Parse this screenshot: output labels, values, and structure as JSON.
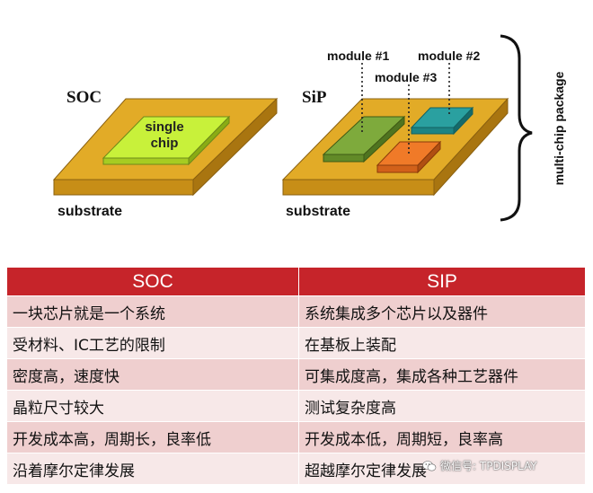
{
  "diagram": {
    "soc_label": "SOC",
    "soc_chip_line1": "single",
    "soc_chip_line2": "chip",
    "soc_substrate": "substrate",
    "sip_label": "SiP",
    "sip_substrate": "substrate",
    "module1": "module #1",
    "module2": "module #2",
    "module3": "module #3",
    "package_label": "multi-chip package",
    "colors": {
      "substrate_top": "#e2ab27",
      "substrate_front": "#c78e17",
      "substrate_side": "#a97510",
      "single_chip": "#c8f13a",
      "module1": "#7eaa3c",
      "module2": "#2aa0a0",
      "module3": "#f07a28"
    }
  },
  "table": {
    "headers": [
      "SOC",
      "SIP"
    ],
    "rows": [
      [
        "一块芯片就是一个系统",
        "系统集成多个芯片以及器件"
      ],
      [
        "受材料、IC工艺的限制",
        "在基板上装配"
      ],
      [
        "密度高，速度快",
        "可集成度高，集成各种工艺器件"
      ],
      [
        "晶粒尺寸较大",
        "测试复杂度高"
      ],
      [
        "开发成本高，周期长，良率低",
        "开发成本低，周期短，良率高"
      ],
      [
        "沿着摩尔定律发展",
        "超越摩尔定律发展"
      ]
    ]
  },
  "watermark": {
    "text": "微信号: TPDISPLAY",
    "icon": "wechat-icon"
  }
}
